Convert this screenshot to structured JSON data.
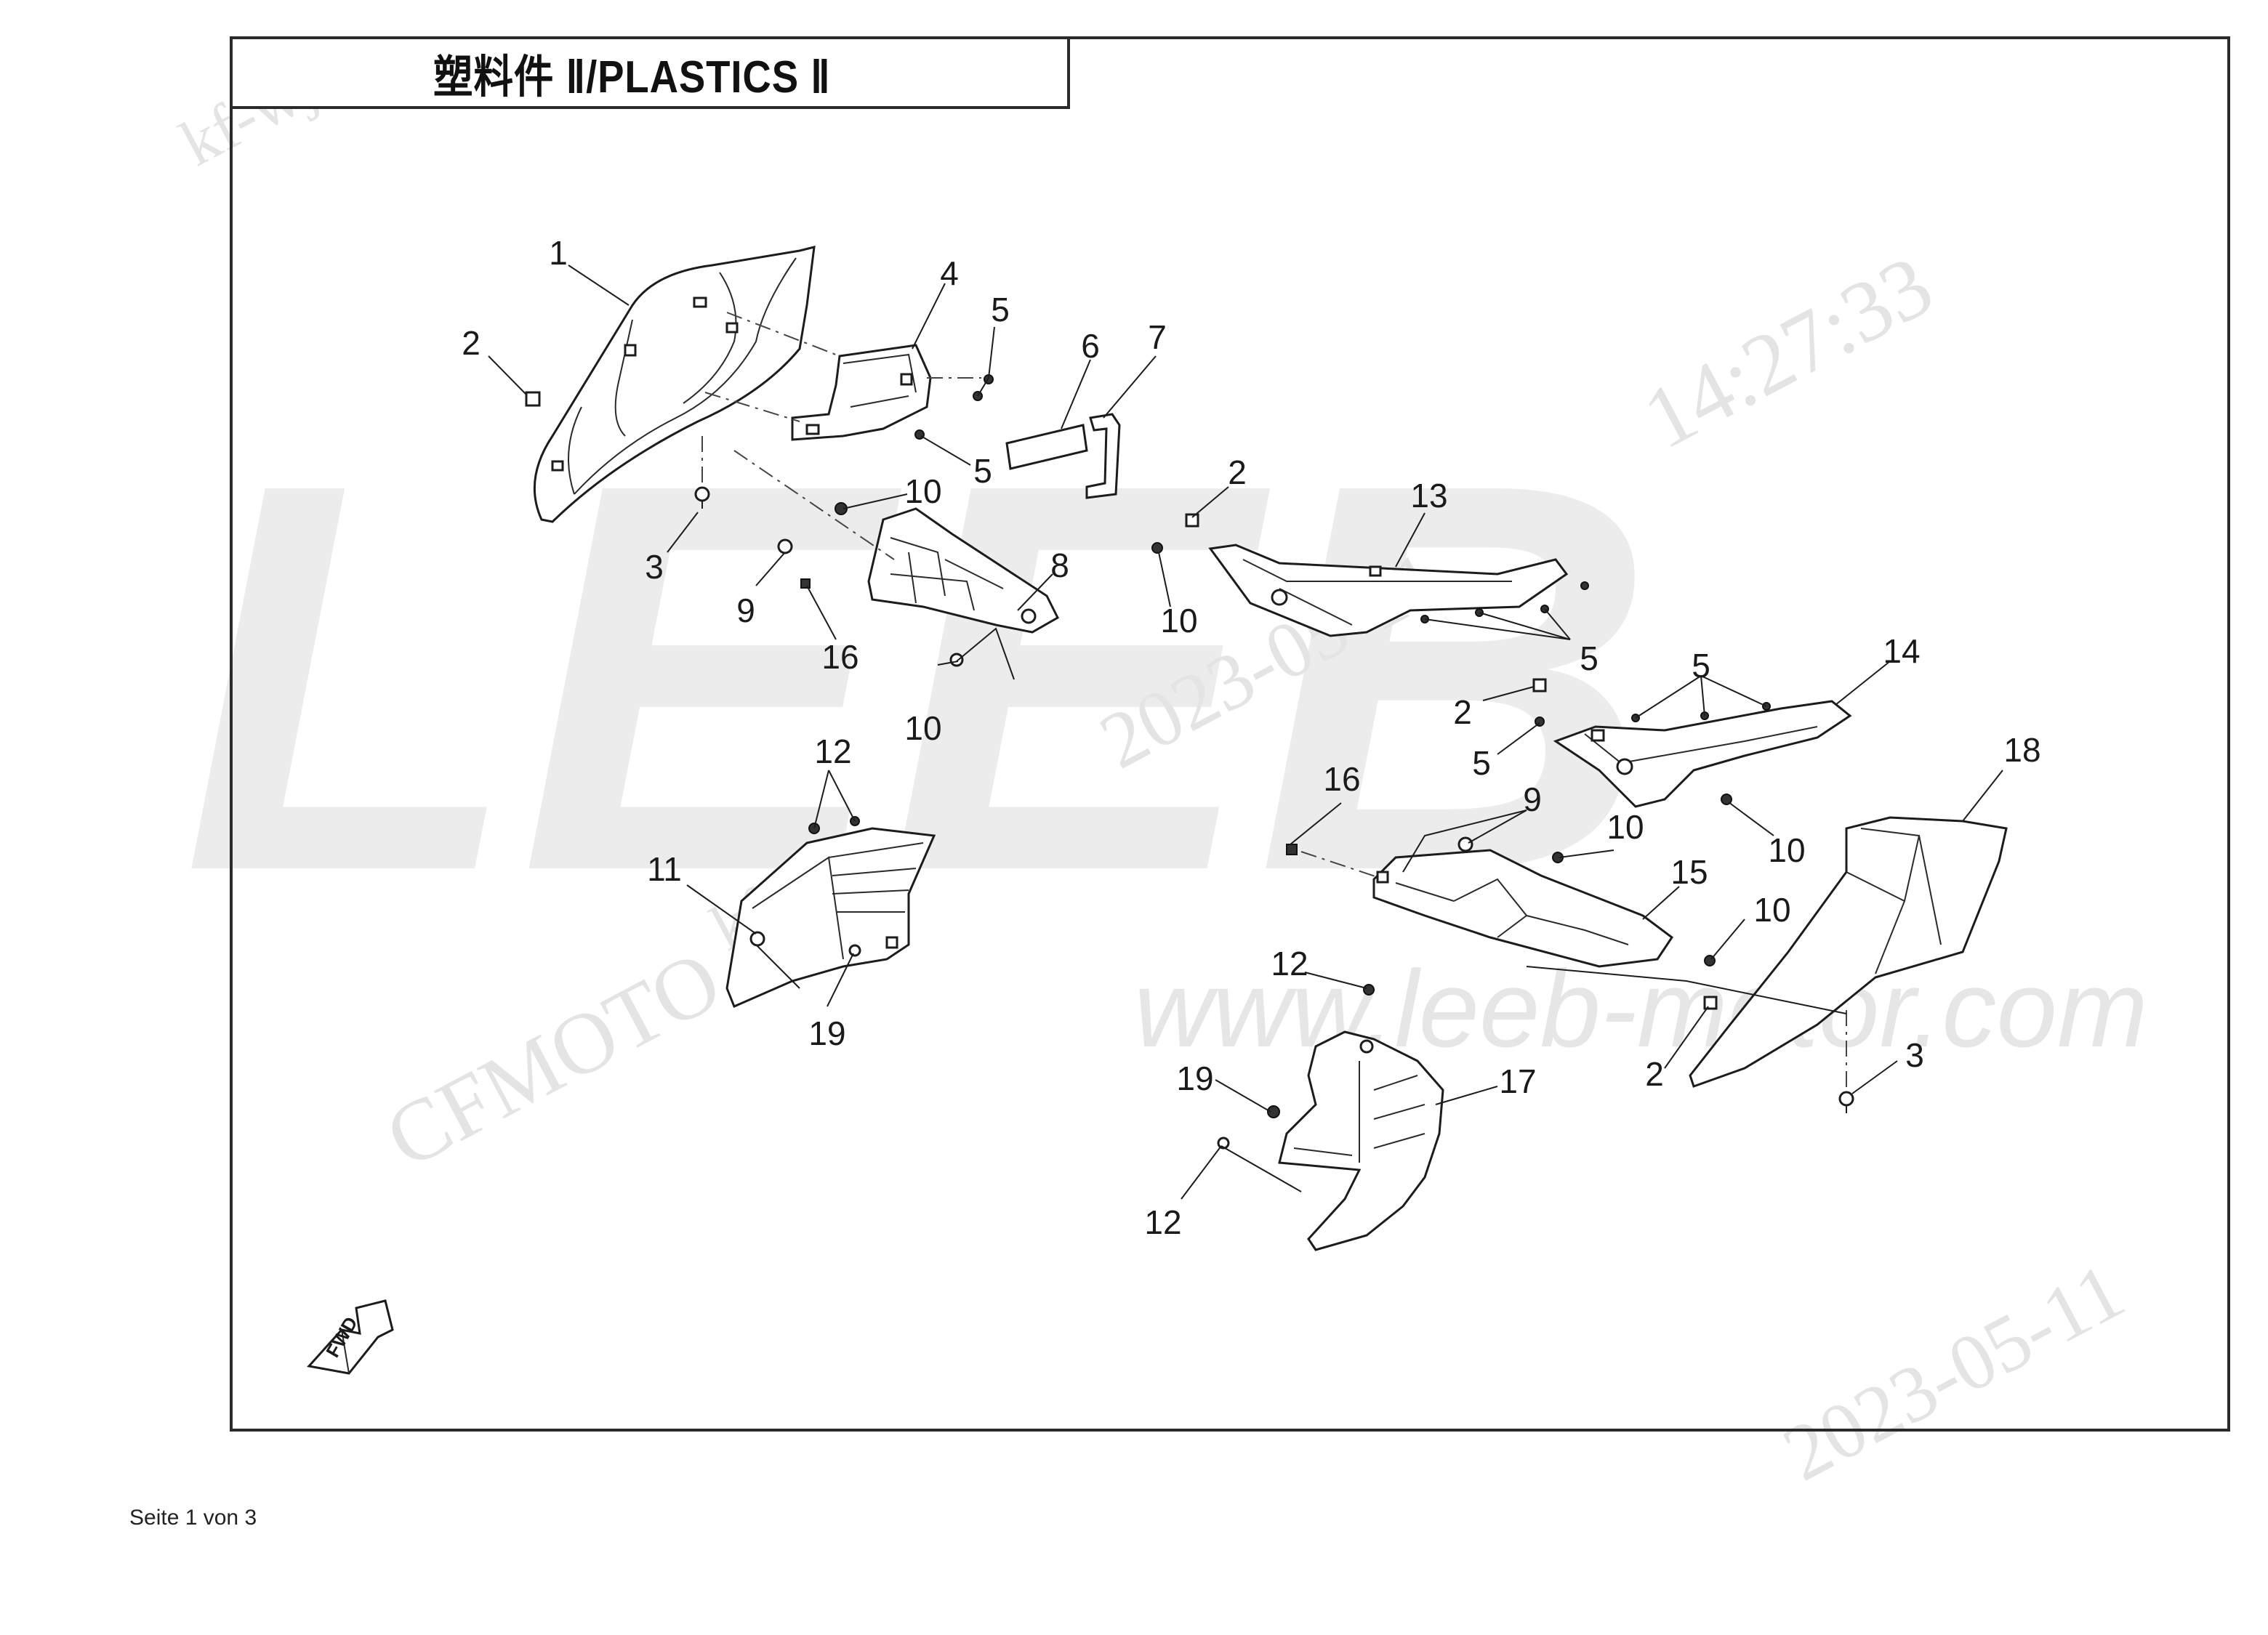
{
  "diagram": {
    "title": "塑料件 Ⅱ/PLASTICS Ⅱ",
    "callouts": [
      {
        "id": "c1-1",
        "label": "1"
      },
      {
        "id": "c2-1",
        "label": "2"
      },
      {
        "id": "c3-1",
        "label": "3"
      },
      {
        "id": "c4",
        "label": "4"
      },
      {
        "id": "c5-1",
        "label": "5"
      },
      {
        "id": "c5-2",
        "label": "5"
      },
      {
        "id": "c6",
        "label": "6"
      },
      {
        "id": "c7",
        "label": "7"
      },
      {
        "id": "c10-1",
        "label": "10"
      },
      {
        "id": "c9-1",
        "label": "9"
      },
      {
        "id": "c16-1",
        "label": "16"
      },
      {
        "id": "c8",
        "label": "8"
      },
      {
        "id": "c10-2",
        "label": "10"
      },
      {
        "id": "c2-2",
        "label": "2"
      },
      {
        "id": "c13",
        "label": "13"
      },
      {
        "id": "c10-3",
        "label": "10"
      },
      {
        "id": "c5-3",
        "label": "5"
      },
      {
        "id": "c5-4",
        "label": "5"
      },
      {
        "id": "c14",
        "label": "14"
      },
      {
        "id": "c2-3",
        "label": "2"
      },
      {
        "id": "c5-5",
        "label": "5"
      },
      {
        "id": "c10-4",
        "label": "10"
      },
      {
        "id": "c18",
        "label": "18"
      },
      {
        "id": "c12-1",
        "label": "12"
      },
      {
        "id": "c11",
        "label": "11"
      },
      {
        "id": "c19-1",
        "label": "19"
      },
      {
        "id": "c16-2",
        "label": "16"
      },
      {
        "id": "c9-2",
        "label": "9"
      },
      {
        "id": "c10-5",
        "label": "10"
      },
      {
        "id": "c15",
        "label": "15"
      },
      {
        "id": "c10-6",
        "label": "10"
      },
      {
        "id": "c12-2",
        "label": "12"
      },
      {
        "id": "c19-2",
        "label": "19"
      },
      {
        "id": "c17",
        "label": "17"
      },
      {
        "id": "c12-3",
        "label": "12"
      },
      {
        "id": "c2-4",
        "label": "2"
      },
      {
        "id": "c3-2",
        "label": "3"
      }
    ],
    "fwd_label": "FWD"
  },
  "watermarks": {
    "brand": "LEEB",
    "url": "www.leeb-motor.com",
    "maker": "CFMOTO",
    "user": "kf-wj",
    "date": "2023-05-11",
    "time": "14:27:33"
  },
  "footer": {
    "page": "Seite 1 von 3"
  }
}
